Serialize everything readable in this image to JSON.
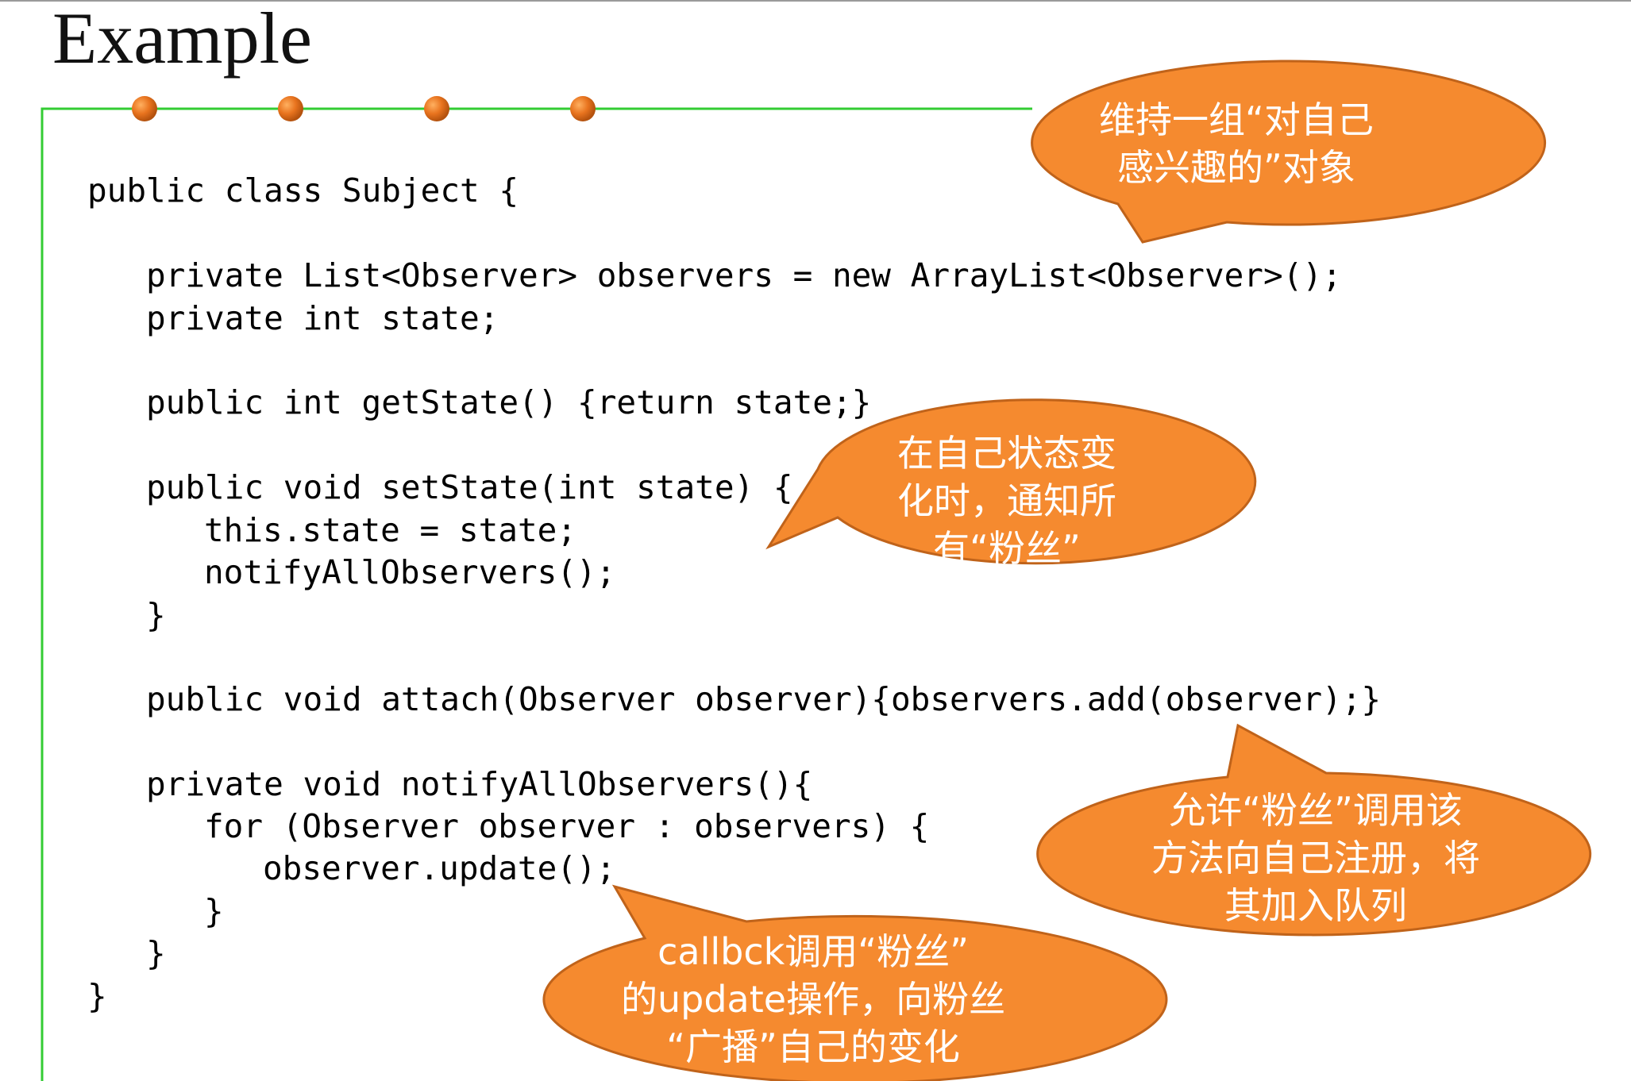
{
  "slide": {
    "title": "Example"
  },
  "code_lines": [
    "public class Subject {",
    "private List<Observer> observers = new ArrayList<Observer>();",
    "private int state;",
    "public int getState() {return state;}",
    "public void setState(int state) {",
    "this.state = state;",
    "notifyAllObservers();",
    "}",
    "public void attach(Observer observer){observers.add(observer);}",
    "private void notifyAllObservers(){",
    "for (Observer observer : observers) {",
    "observer.update();",
    "}",
    "}",
    "}"
  ],
  "callouts": {
    "observers_list": {
      "lines": [
        "维持一组“对自己",
        "感兴趣的”对象"
      ]
    },
    "set_state": {
      "lines": [
        "在自己状态变",
        "化时，通知所",
        "有“粉丝”"
      ]
    },
    "attach": {
      "lines": [
        "允许“粉丝”调用该",
        "方法向自己注册，将",
        "其加入队列"
      ]
    },
    "callback": {
      "lines": [
        "callbck调用“粉丝”",
        "的update操作，向粉丝",
        "“广播”自己的变化"
      ]
    }
  },
  "colors": {
    "callout_fill": "#f58a2f",
    "callout_stroke": "#c0631a",
    "frame_line": "#33cc33",
    "dot": "#e8731e"
  }
}
